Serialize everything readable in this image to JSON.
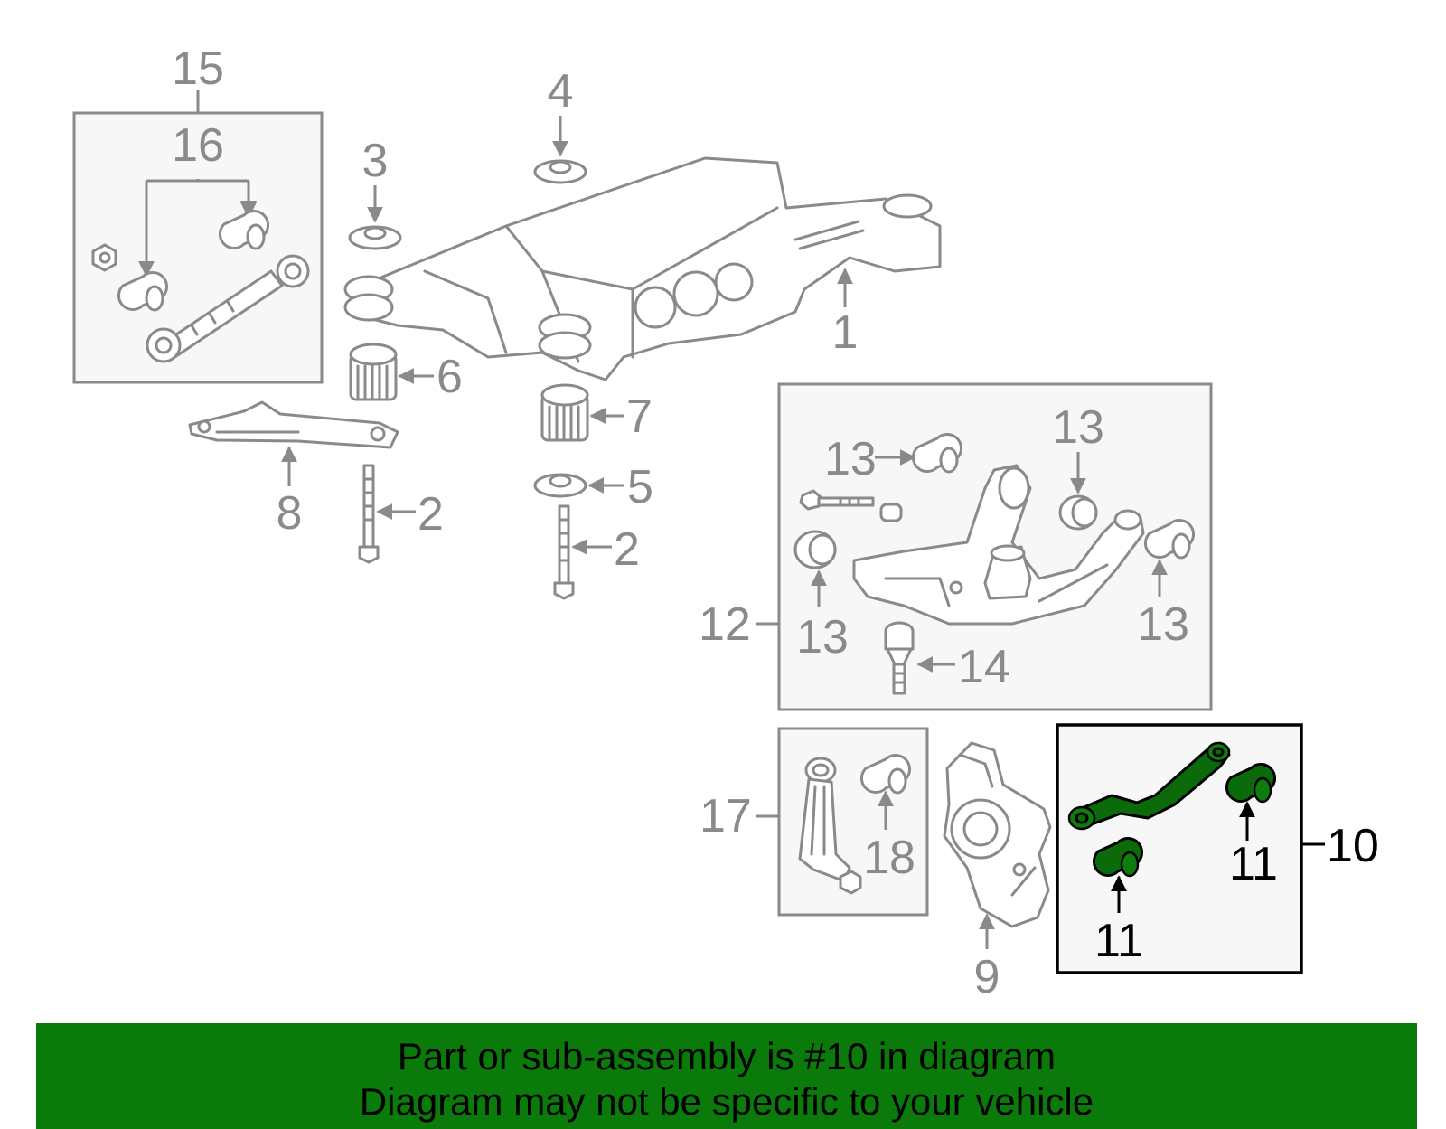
{
  "callouts": {
    "c15": "15",
    "c16": "16",
    "c4": "4",
    "c3": "3",
    "c1": "1",
    "c6": "6",
    "c7": "7",
    "c8": "8",
    "c2a": "2",
    "c2b": "2",
    "c5": "5",
    "c13a": "13",
    "c13b": "13",
    "c13c": "13",
    "c13d": "13",
    "c12": "12",
    "c14": "14",
    "c17": "17",
    "c18": "18",
    "c9": "9",
    "c10": "10",
    "c11a": "11",
    "c11b": "11"
  },
  "highlight": {
    "part_number": "10",
    "color": "#0a7a0a",
    "part_color": "#0b6b0b"
  },
  "banner": {
    "line1": "Part or sub-assembly is #10 in diagram",
    "line2": "Diagram may not be specific to your vehicle"
  }
}
